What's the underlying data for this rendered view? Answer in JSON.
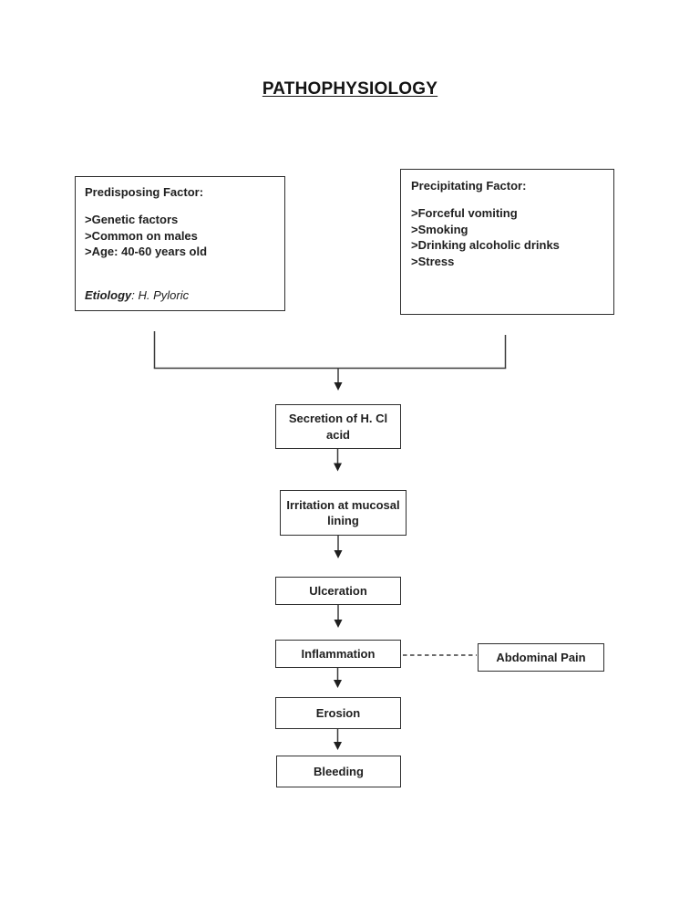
{
  "title": "PATHOPHYSIOLOGY",
  "predisposing_box": {
    "heading": "Predisposing Factor:",
    "items": [
      ">Genetic factors",
      ">Common on males",
      ">Age: 40-60 years old"
    ],
    "etiology_label": "Etiology",
    "etiology_value": ": H. Pyloric"
  },
  "precipitating_box": {
    "heading": "Precipitating Factor:",
    "items": [
      ">Forceful vomiting",
      ">Smoking",
      ">Drinking alcoholic drinks",
      ">Stress"
    ]
  },
  "flow": {
    "secretion": {
      "lines": [
        "Secretion of H. Cl",
        "acid"
      ]
    },
    "irritation": {
      "lines": [
        "Irritation at mucosal",
        "lining"
      ]
    },
    "ulceration": {
      "label": "Ulceration"
    },
    "inflammation": {
      "label": "Inflammation"
    },
    "abdominal_pain": {
      "label": "Abdominal Pain"
    },
    "erosion": {
      "label": "Erosion"
    },
    "bleeding": {
      "label": "Bleeding"
    }
  },
  "colors": {
    "background": "#ffffff",
    "ink": "#1f1f1f",
    "box_border": "#2e2e2e",
    "connector_line": "#3c3c3c"
  }
}
